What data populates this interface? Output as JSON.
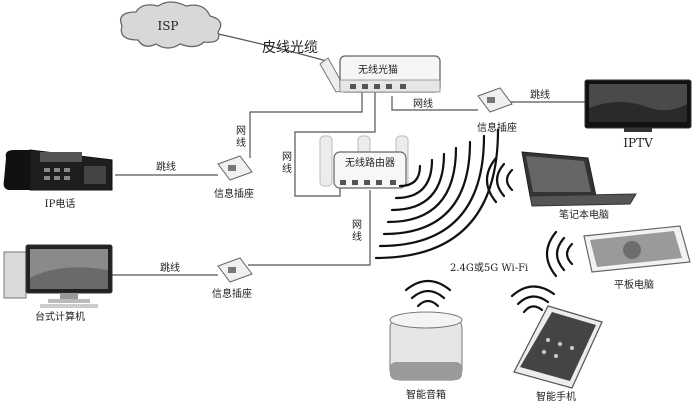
{
  "nodes": {
    "isp": "ISP",
    "fiber_cable": "皮线光缆",
    "optical_modem": "无线光猫",
    "wireless_router": "无线路由器",
    "info_socket_top": "信息插座",
    "info_socket_left_top": "信息插座",
    "info_socket_left_bottom": "信息插座",
    "iptv": "IPTV",
    "ip_phone": "IP电话",
    "desktop": "台式计算机",
    "laptop": "笔记本电脑",
    "tablet": "平板电脑",
    "smart_speaker": "智能音箱",
    "smartphone": "智能手机",
    "wifi_label": "2.4G或5G Wi-Fi"
  },
  "links": {
    "cable_iptv": "跳线",
    "cable_modem_socket": "网线",
    "cable_modem_left": "网线",
    "cable_modem_router": "网线",
    "cable_router_socket": "网线",
    "cable_phone": "跳线",
    "cable_desktop": "跳线"
  }
}
